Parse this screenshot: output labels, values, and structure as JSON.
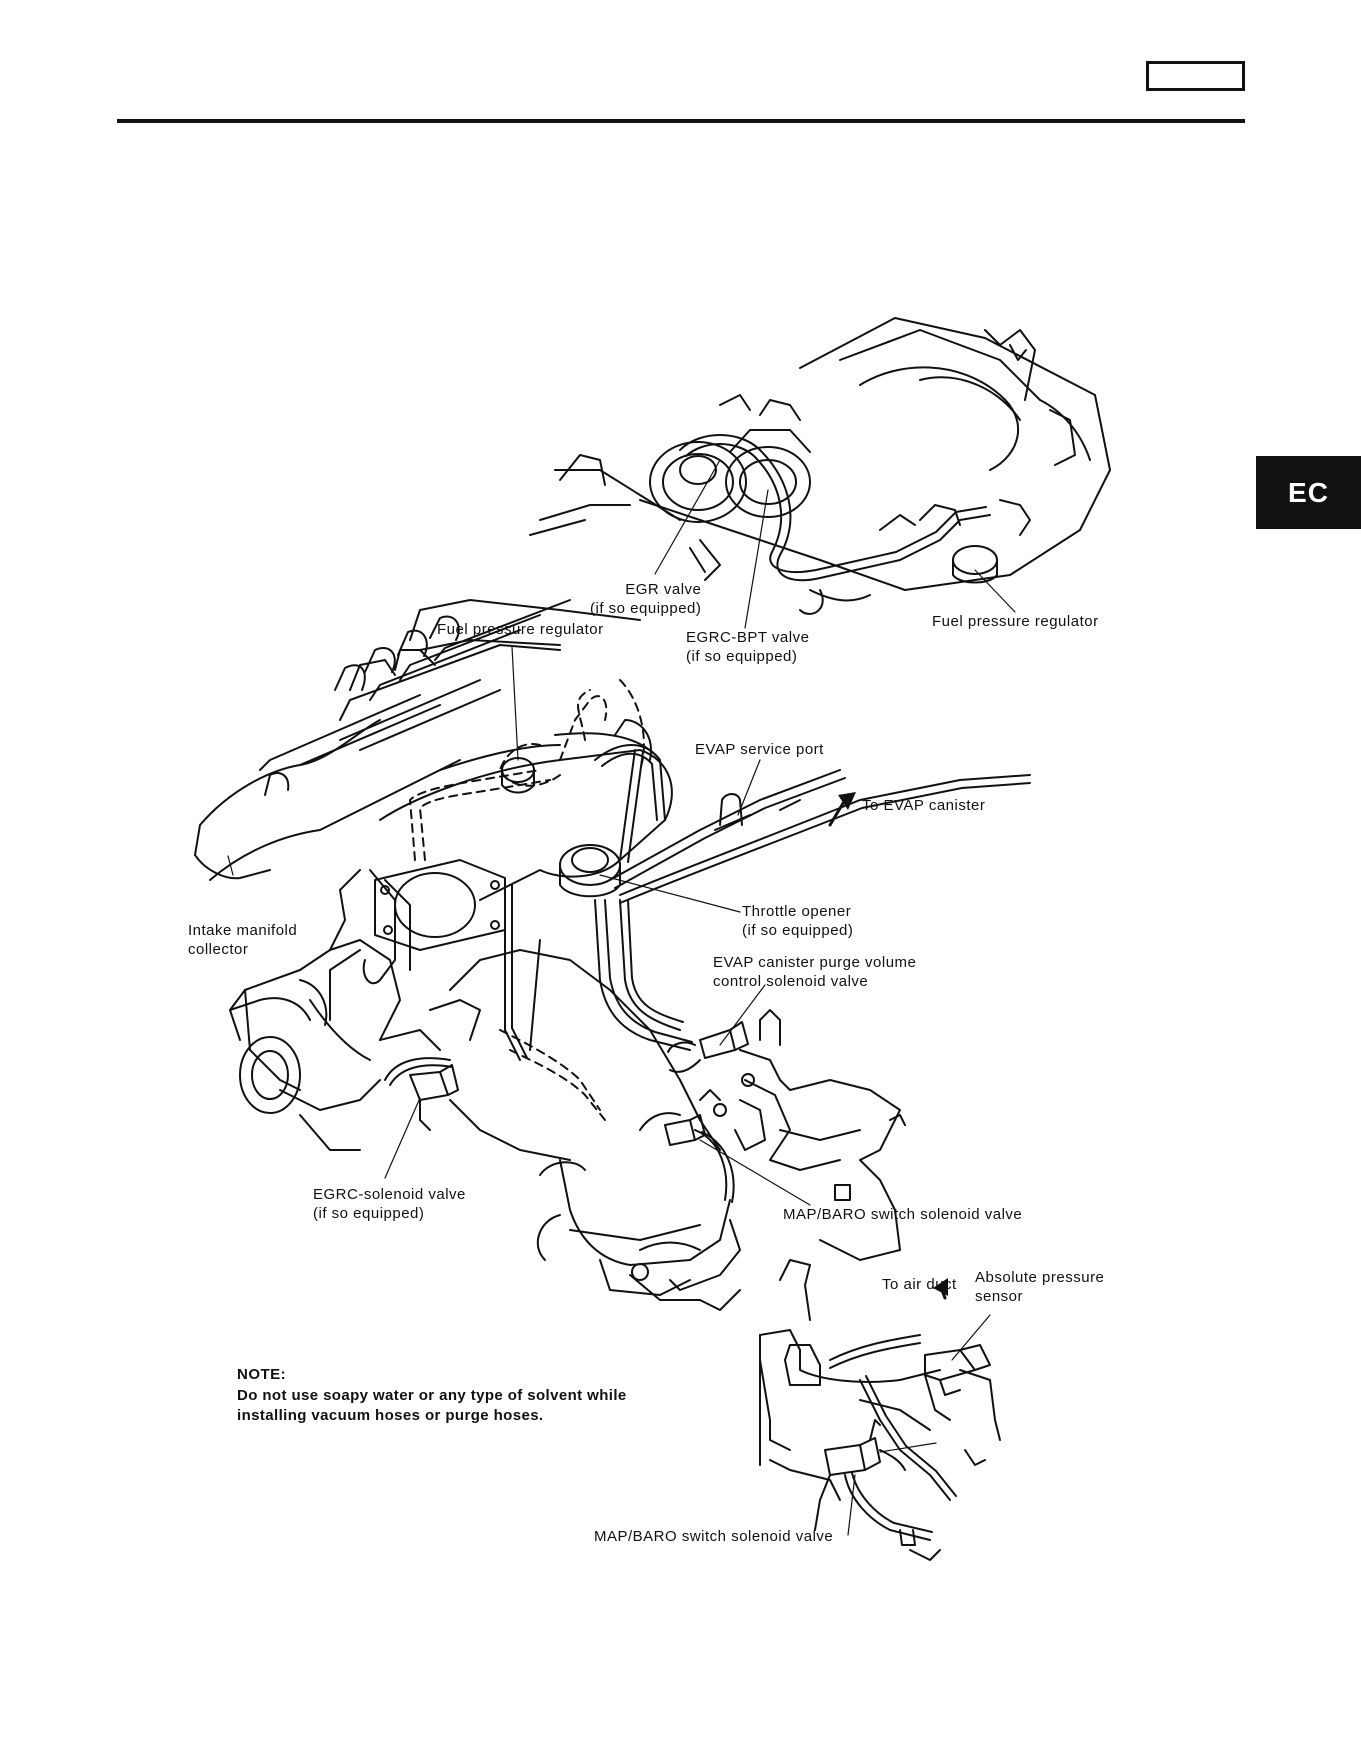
{
  "header": {
    "page_box_text": "",
    "section_tab": "EC"
  },
  "labels": {
    "egr_valve": [
      "EGR valve",
      "(if so equipped)"
    ],
    "egrc_bpt_valve": [
      "EGRC-BPT valve",
      "(if so equipped)"
    ],
    "fuel_pressure_regulator_top": [
      "Fuel pressure regulator"
    ],
    "fuel_pressure_regulator_main": [
      "Fuel pressure regulator"
    ],
    "evap_service_port": [
      "EVAP service port"
    ],
    "to_evap_canister": [
      "To EVAP canister"
    ],
    "throttle_opener": [
      "Throttle opener",
      "(if so equipped)"
    ],
    "intake_manifold_collector": [
      "Intake manifold",
      "collector"
    ],
    "evap_purge_valve": [
      "EVAP canister purge volume",
      "control solenoid valve"
    ],
    "egrc_solenoid_valve": [
      "EGRC-solenoid valve",
      "(if so equipped)"
    ],
    "map_baro_switch_main": [
      "MAP/BARO switch solenoid valve"
    ],
    "to_air_duct": [
      "To air duct"
    ],
    "absolute_pressure_sensor": [
      "Absolute pressure",
      "sensor"
    ],
    "map_baro_switch_detail": [
      "MAP/BARO switch solenoid valve"
    ]
  },
  "note": {
    "title": "NOTE:",
    "lines": [
      "Do not use soapy water or any type of solvent while",
      "installing vacuum hoses or purge hoses."
    ]
  }
}
